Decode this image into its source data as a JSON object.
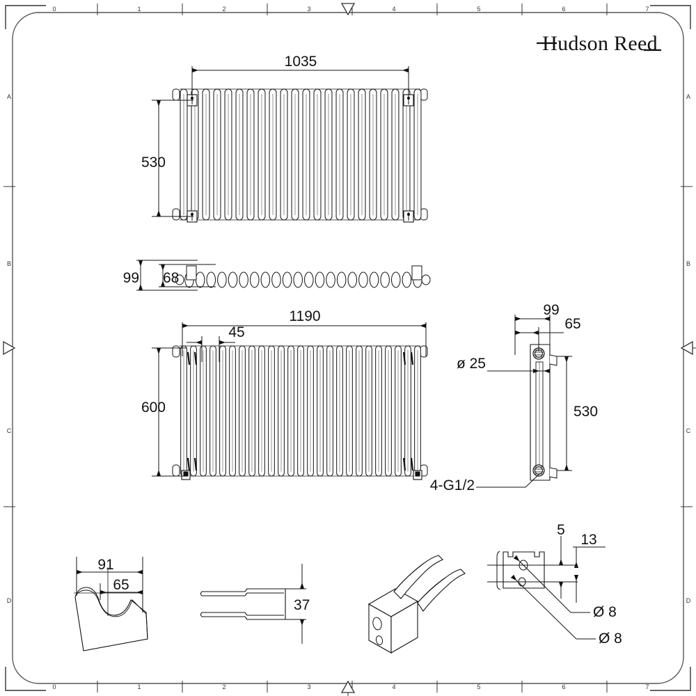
{
  "sheet": {
    "brand_logo": "Hudson Reed",
    "zone_columns": [
      "0",
      "1",
      "2",
      "3",
      "4",
      "5",
      "6",
      "7"
    ],
    "zone_rows": [
      "A",
      "B",
      "C",
      "D"
    ],
    "center_mark_icon": "centering-triangle-icon",
    "background": "#ffffff",
    "line_color": "#111111"
  },
  "views": {
    "front_upper": {
      "name": "radiator-front-elevation-upper",
      "width_dim": "1035",
      "height_dim": "530",
      "column_count": 22
    },
    "plan_top": {
      "name": "radiator-plan-view",
      "depth_dim": "99",
      "inner_depth_dim": "68",
      "column_count": 22
    },
    "front_lower": {
      "name": "radiator-front-elevation-lower",
      "width_dim": "1190",
      "height_dim": "600",
      "pitch_dim": "45",
      "column_count": 25
    },
    "side_section": {
      "name": "radiator-side-section",
      "depth_dim": "99",
      "bracket_offset_dim": "65",
      "tube_dia_dim": "ø 25",
      "height_dim": "530",
      "port_callout": "4-G1/2"
    },
    "bracket_front": {
      "name": "bracket-front-view",
      "width_dim": "91",
      "saddle_dim": "65"
    },
    "bracket_plan": {
      "name": "bracket-plan-view",
      "depth_dim": "37"
    },
    "bracket_iso": {
      "name": "bracket-isometric-view"
    },
    "bracket_side": {
      "name": "bracket-side-detail",
      "dim_5": "5",
      "dim_13": "13",
      "hole_dia_upper": "Ø 8",
      "hole_dia_lower": "Ø 8"
    }
  }
}
